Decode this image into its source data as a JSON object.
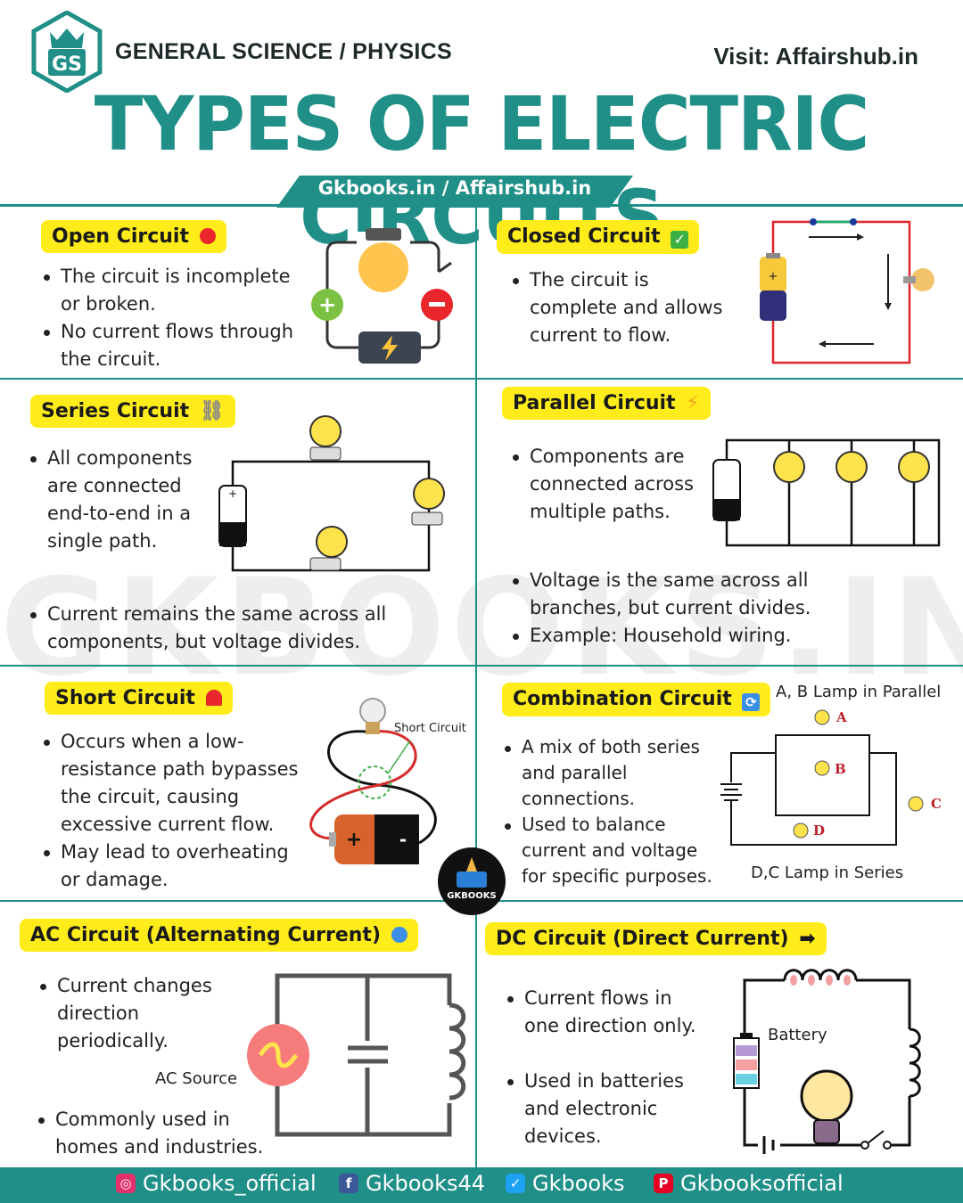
{
  "header": {
    "logo_text": "GS",
    "category": "GENERAL SCIENCE / PHYSICS",
    "visit": "Visit: Affairshub.in",
    "title": "TYPES OF ELECTRIC CIRCUITS",
    "sites": "Gkbooks.in / Affairshub.in"
  },
  "watermark": "GKBOOKS.IN",
  "sections": {
    "open": {
      "title": "Open Circuit",
      "icon": "stop-sign-icon",
      "bullets": [
        "The circuit is incomplete or broken.",
        "No current flows through the circuit."
      ]
    },
    "closed": {
      "title": "Closed Circuit",
      "icon": "check-mark-icon",
      "bullets": [
        "The circuit is complete and allows current to flow."
      ]
    },
    "series": {
      "title": "Series Circuit",
      "icon": "link-icon",
      "bullets": [
        "All components are connected end-to-end in a single path.",
        "Current remains the same across all components, but voltage divides."
      ]
    },
    "parallel": {
      "title": "Parallel Circuit",
      "icon": "lightning-icon",
      "bullets": [
        "Components are connected across multiple paths.",
        "Voltage is the same across all branches, but current divides.",
        "Example: Household wiring."
      ]
    },
    "short": {
      "title": "Short Circuit",
      "icon": "siren-icon",
      "diagram_label": "Short Circuit",
      "bullets": [
        "Occurs when a low-resistance path bypasses the circuit, causing excessive current flow.",
        "May lead to overheating or damage."
      ]
    },
    "combination": {
      "title": "Combination Circuit",
      "icon": "arrows-cycle-icon",
      "note_top": "A, B Lamp in  Parallel",
      "note_bottom": "D,C Lamp in Series",
      "lamp_labels": [
        "A",
        "B",
        "C",
        "D"
      ],
      "bullets": [
        "A mix of both series and parallel connections.",
        "Used to balance current and voltage for specific purposes."
      ]
    },
    "ac": {
      "title": "AC Circuit (Alternating Current)",
      "icon": "globe-icon",
      "source_label": "AC Source",
      "bullets": [
        "Current changes direction periodically.",
        "Commonly used in homes and industries."
      ]
    },
    "dc": {
      "title": "DC Circuit (Direct Current)",
      "icon": "right-arrow-icon",
      "battery_label": "Battery",
      "bullets": [
        "Current flows in one direction only.",
        "Used in batteries and electronic devices."
      ]
    }
  },
  "badge": {
    "text": "GKBOOKS"
  },
  "footer": {
    "instagram": "Gkbooks_official",
    "facebook": "Gkbooks44",
    "twitter": "Gkbooks",
    "pinterest": "Gkbooksofficial"
  },
  "colors": {
    "teal": "#1f8f87",
    "yellow": "#ffec1a",
    "footer": "#1f8f87"
  }
}
